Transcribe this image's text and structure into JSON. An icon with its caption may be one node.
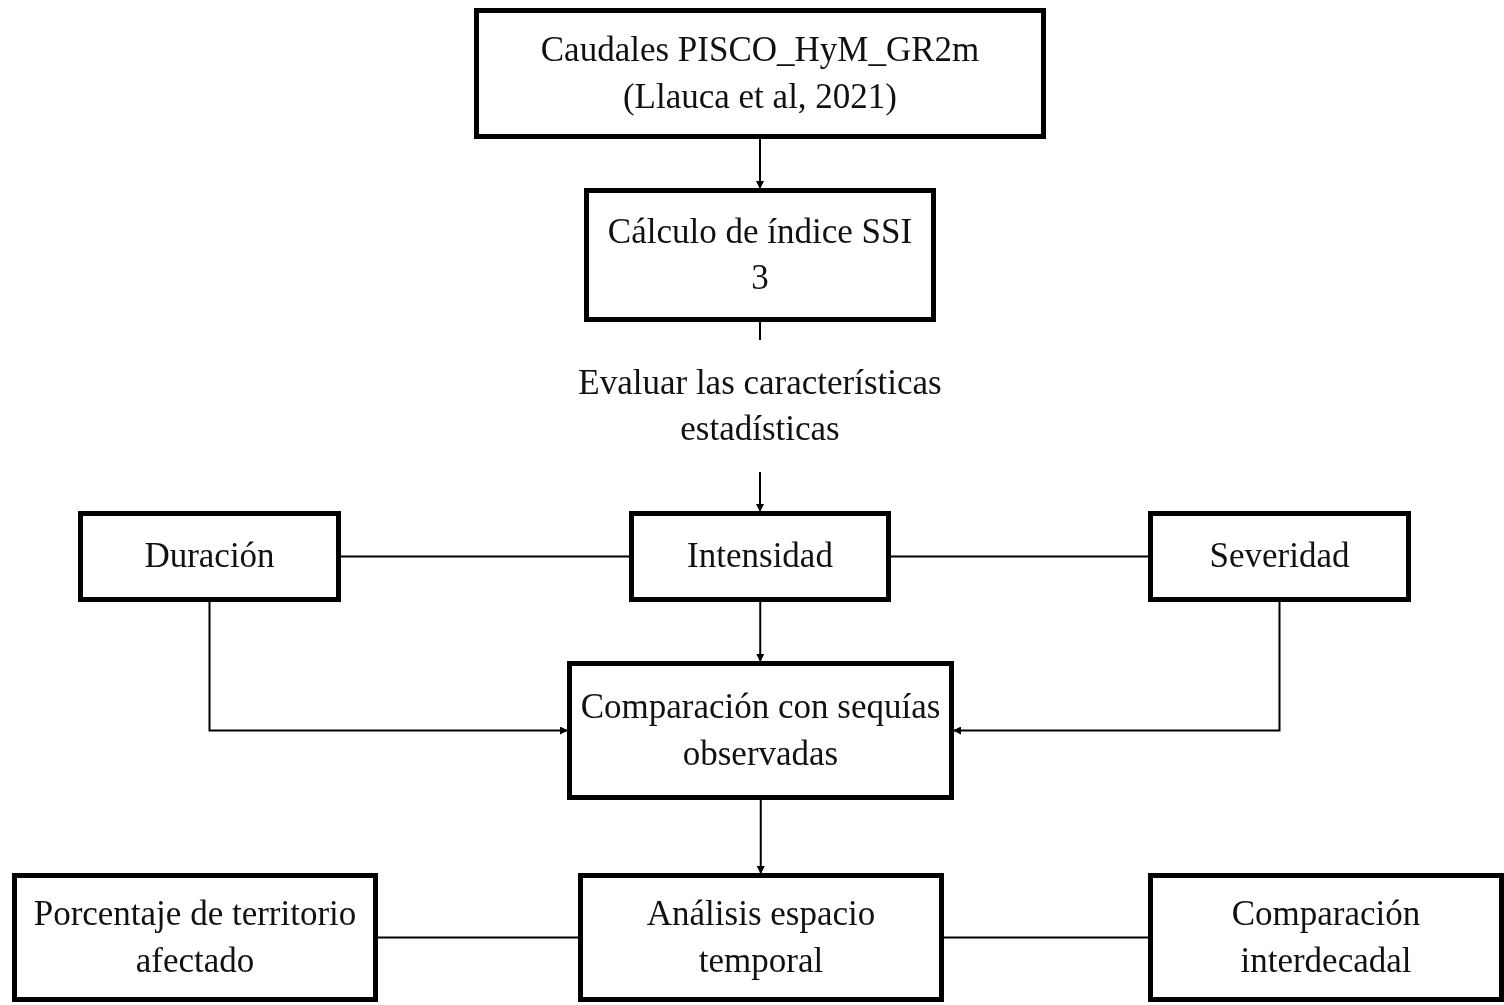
{
  "diagram": {
    "nodes": [
      {
        "text": [
          "Caudales PISCO_HyM_GR2m (Llauca et al, 2021)"
        ]
      },
      {
        "text": [
          "Cálculo de índice SSI 3"
        ]
      },
      {
        "text": [
          "Evaluar las características estadísticas"
        ]
      },
      {
        "text": [
          "Duración"
        ]
      },
      {
        "text": [
          "Intensidad"
        ]
      },
      {
        "text": [
          "Severidad"
        ]
      },
      {
        "text": [
          "Comparación con sequías observadas"
        ]
      },
      {
        "text": [
          "Porcentaje de territorio afectado"
        ]
      },
      {
        "text": [
          "Análisis espacio temporal"
        ]
      },
      {
        "text": [
          "Comparación interdecadal"
        ]
      }
    ],
    "edges": [
      {
        "from": 0,
        "to": 1,
        "arrow": "to"
      },
      {
        "from": 1,
        "to": 2,
        "arrow": "none"
      },
      {
        "from": 2,
        "to": 4,
        "arrow": "to"
      },
      {
        "from": 3,
        "to": 4,
        "arrow": "none"
      },
      {
        "from": 4,
        "to": 5,
        "arrow": "none"
      },
      {
        "from": 4,
        "to": 6,
        "arrow": "to"
      },
      {
        "from": 3,
        "to": 6,
        "arrow": "to"
      },
      {
        "from": 5,
        "to": 6,
        "arrow": "to"
      },
      {
        "from": 6,
        "to": 8,
        "arrow": "to"
      },
      {
        "from": 7,
        "to": 8,
        "arrow": "none"
      },
      {
        "from": 8,
        "to": 9,
        "arrow": "none"
      }
    ]
  }
}
